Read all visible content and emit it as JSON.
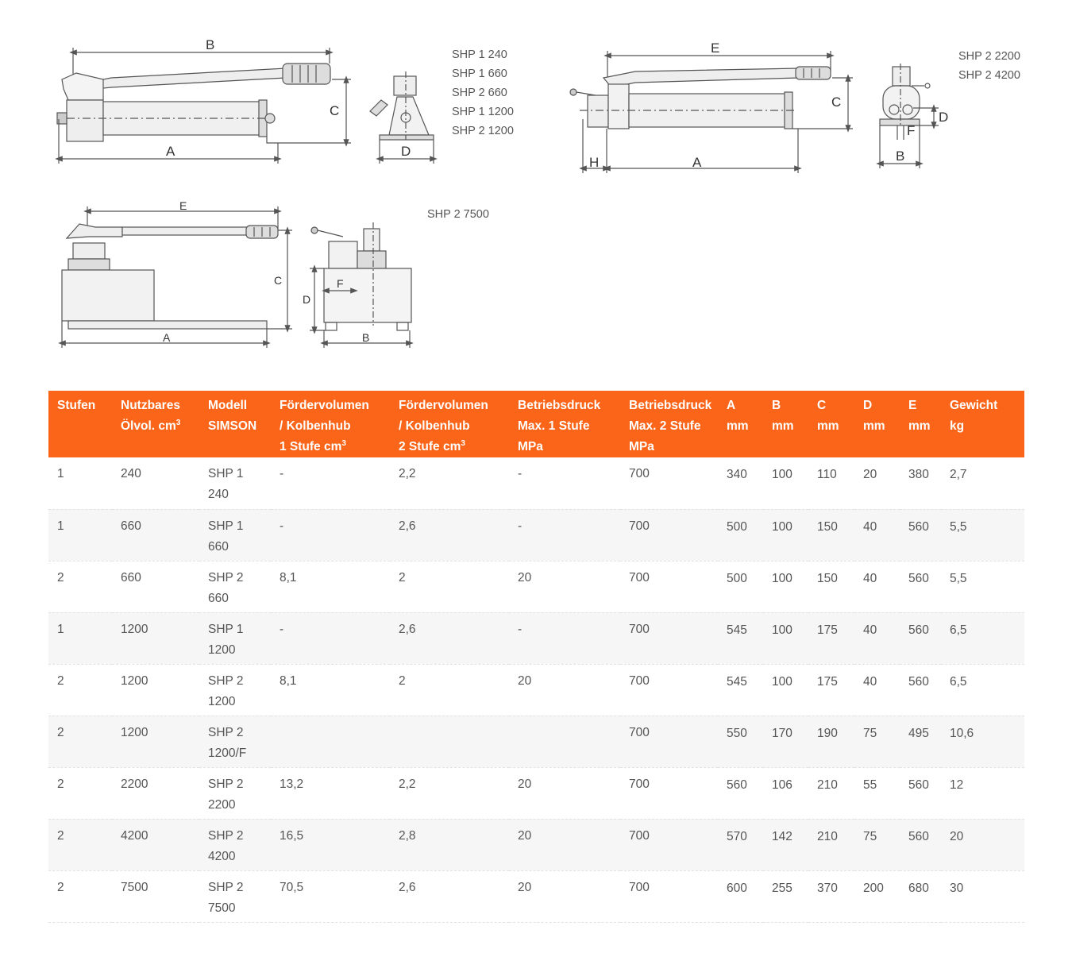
{
  "drawings": {
    "top_left": {
      "dims": [
        "B",
        "C",
        "A",
        "D"
      ],
      "models": [
        "SHP 1 240",
        "SHP 1 660",
        "SHP 2 660",
        "SHP 1 1200",
        "SHP 2 1200"
      ]
    },
    "top_right": {
      "dims": [
        "E",
        "C",
        "H",
        "A",
        "D",
        "F",
        "B"
      ],
      "models": [
        "SHP 2 2200",
        "SHP 2 4200"
      ]
    },
    "bottom_left": {
      "dims": [
        "E",
        "C",
        "A",
        "D",
        "F",
        "B"
      ],
      "models": [
        "SHP 2 7500"
      ]
    }
  },
  "table": {
    "headers": [
      {
        "l1": "Stufen",
        "l2": "",
        "l3": "",
        "sup": ""
      },
      {
        "l1": "Nutzbares",
        "l2": "Ölvol. cm",
        "l3": "",
        "sup": "3"
      },
      {
        "l1": "Modell",
        "l2": "SIMSON",
        "l3": "",
        "sup": ""
      },
      {
        "l1": "Fördervolumen",
        "l2": "/ Kolbenhub",
        "l3": "1 Stufe cm",
        "sup": "3"
      },
      {
        "l1": "Fördervolumen",
        "l2": "/ Kolbenhub",
        "l3": "2 Stufe cm",
        "sup": "3"
      },
      {
        "l1": "Betriebsdruck",
        "l2": "Max. 1 Stufe",
        "l3": "MPa",
        "sup": ""
      },
      {
        "l1": "Betriebsdruck",
        "l2": "Max. 2 Stufe",
        "l3": "MPa",
        "sup": ""
      },
      {
        "l1": "A",
        "l2": "mm",
        "l3": "",
        "sup": ""
      },
      {
        "l1": "B",
        "l2": "mm",
        "l3": "",
        "sup": ""
      },
      {
        "l1": "C",
        "l2": "mm",
        "l3": "",
        "sup": ""
      },
      {
        "l1": "D",
        "l2": "mm",
        "l3": "",
        "sup": ""
      },
      {
        "l1": "E",
        "l2": "mm",
        "l3": "",
        "sup": ""
      },
      {
        "l1": "Gewicht",
        "l2": "kg",
        "l3": "",
        "sup": ""
      }
    ],
    "rows": [
      {
        "stufen": "1",
        "oel": "240",
        "modell_1": "SHP 1",
        "modell_2": "240",
        "fv1": "-",
        "fv2": "2,2",
        "bd1": "-",
        "bd2": "700",
        "a": "340",
        "b": "100",
        "c": "110",
        "d": "20",
        "e": "380",
        "kg": "2,7"
      },
      {
        "stufen": "1",
        "oel": "660",
        "modell_1": "SHP 1",
        "modell_2": "660",
        "fv1": "-",
        "fv2": "2,6",
        "bd1": "-",
        "bd2": "700",
        "a": "500",
        "b": "100",
        "c": "150",
        "d": "40",
        "e": "560",
        "kg": "5,5"
      },
      {
        "stufen": "2",
        "oel": "660",
        "modell_1": "SHP 2",
        "modell_2": "660",
        "fv1": "8,1",
        "fv2": "2",
        "bd1": "20",
        "bd2": "700",
        "a": "500",
        "b": "100",
        "c": "150",
        "d": "40",
        "e": "560",
        "kg": "5,5"
      },
      {
        "stufen": "1",
        "oel": "1200",
        "modell_1": "SHP 1",
        "modell_2": "1200",
        "fv1": "-",
        "fv2": "2,6",
        "bd1": "-",
        "bd2": "700",
        "a": "545",
        "b": "100",
        "c": "175",
        "d": "40",
        "e": "560",
        "kg": "6,5"
      },
      {
        "stufen": "2",
        "oel": "1200",
        "modell_1": "SHP 2",
        "modell_2": "1200",
        "fv1": "8,1",
        "fv2": "2",
        "bd1": "20",
        "bd2": "700",
        "a": "545",
        "b": "100",
        "c": "175",
        "d": "40",
        "e": "560",
        "kg": "6,5"
      },
      {
        "stufen": "2",
        "oel": "1200",
        "modell_1": "SHP 2",
        "modell_2": "1200/F",
        "fv1": "",
        "fv2": "",
        "bd1": "",
        "bd2": "700",
        "a": "550",
        "b": "170",
        "c": "190",
        "d": "75",
        "e": "495",
        "kg": "10,6"
      },
      {
        "stufen": "2",
        "oel": "2200",
        "modell_1": "SHP 2",
        "modell_2": "2200",
        "fv1": "13,2",
        "fv2": "2,2",
        "bd1": "20",
        "bd2": "700",
        "a": "560",
        "b": "106",
        "c": "210",
        "d": "55",
        "e": "560",
        "kg": "12"
      },
      {
        "stufen": "2",
        "oel": "4200",
        "modell_1": "SHP 2",
        "modell_2": "4200",
        "fv1": "16,5",
        "fv2": "2,8",
        "bd1": "20",
        "bd2": "700",
        "a": "570",
        "b": "142",
        "c": "210",
        "d": "75",
        "e": "560",
        "kg": "20"
      },
      {
        "stufen": "2",
        "oel": "7500",
        "modell_1": "SHP 2",
        "modell_2": "7500",
        "fv1": "70,5",
        "fv2": "2,6",
        "bd1": "20",
        "bd2": "700",
        "a": "600",
        "b": "255",
        "c": "370",
        "d": "200",
        "e": "680",
        "kg": "30"
      }
    ]
  }
}
